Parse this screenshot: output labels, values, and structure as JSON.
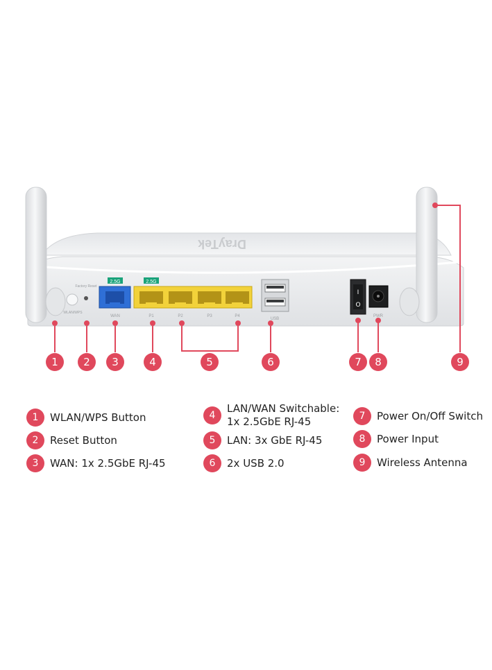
{
  "device": {
    "brand_text": "DrayTek",
    "speed_badges": [
      "2.5G",
      "2.5G"
    ],
    "factory_reset_label": "Factory Reset",
    "wps_label": "WLAN/WPS",
    "port_labels": {
      "wan": "WAN",
      "p1": "P1",
      "p2": "P2",
      "p3": "P3",
      "p4": "P4",
      "usb": "USB",
      "power": "PWR"
    },
    "switch_on": "I",
    "switch_off": "O"
  },
  "callouts": [
    "1",
    "2",
    "3",
    "4",
    "5",
    "6",
    "7",
    "8",
    "9"
  ],
  "legend": [
    {
      "num": "1",
      "text": "WLAN/WPS Button"
    },
    {
      "num": "2",
      "text": "Reset Button"
    },
    {
      "num": "3",
      "text": "WAN: 1x 2.5GbE RJ-45"
    },
    {
      "num": "4",
      "text": "LAN/WAN Switchable:\n1x 2.5GbE RJ-45"
    },
    {
      "num": "5",
      "text": "LAN: 3x GbE RJ-45"
    },
    {
      "num": "6",
      "text": "2x USB 2.0"
    },
    {
      "num": "7",
      "text": "Power On/Off Switch"
    },
    {
      "num": "8",
      "text": "Power Input"
    },
    {
      "num": "9",
      "text": "Wireless Antenna"
    }
  ],
  "colors": {
    "accent": "#e0485c",
    "wan_port": "#2f6fd6",
    "lan_port": "#f2d23a",
    "speed_badge": "#1aa37a",
    "body": "#eceef0"
  }
}
